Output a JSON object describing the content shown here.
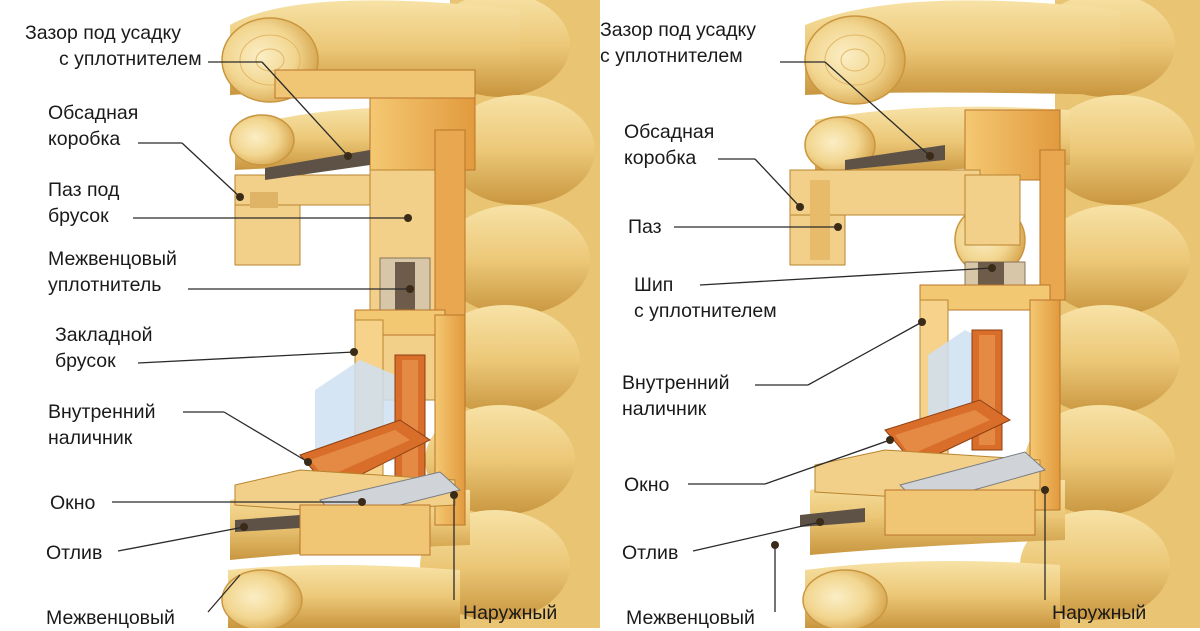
{
  "diagrams": [
    {
      "id": "left",
      "labels": [
        {
          "key": "gap",
          "lines": [
            "Зазор под усадку",
            "с уплотнителем"
          ]
        },
        {
          "key": "casing",
          "lines": [
            "Обсадная",
            "коробка"
          ]
        },
        {
          "key": "groove",
          "lines": [
            "Паз под",
            "брусок"
          ]
        },
        {
          "key": "seal",
          "lines": [
            "Межвенцовый",
            "уплотнитель"
          ]
        },
        {
          "key": "insert",
          "lines": [
            "Закладной",
            "брусок"
          ]
        },
        {
          "key": "inner",
          "lines": [
            "Внутренний",
            "наличник"
          ]
        },
        {
          "key": "window",
          "lines": [
            "Окно"
          ]
        },
        {
          "key": "sill",
          "lines": [
            "Отлив"
          ]
        },
        {
          "key": "bottom",
          "lines": [
            "Межвенцовый"
          ]
        },
        {
          "key": "outer",
          "lines": [
            "Наружный"
          ]
        }
      ]
    },
    {
      "id": "right",
      "labels": [
        {
          "key": "gap",
          "lines": [
            "Зазор под усадку",
            "с уплотнителем"
          ]
        },
        {
          "key": "casing",
          "lines": [
            "Обсадная",
            "коробка"
          ]
        },
        {
          "key": "groove",
          "lines": [
            "Паз"
          ]
        },
        {
          "key": "tenon",
          "lines": [
            "Шип",
            "с уплотнителем"
          ]
        },
        {
          "key": "inner",
          "lines": [
            "Внутренний",
            "наличник"
          ]
        },
        {
          "key": "window",
          "lines": [
            "Окно"
          ]
        },
        {
          "key": "sill",
          "lines": [
            "Отлив"
          ]
        },
        {
          "key": "bottom",
          "lines": [
            "Межвенцовый"
          ]
        },
        {
          "key": "outer",
          "lines": [
            "Наружный"
          ]
        }
      ]
    }
  ],
  "colors": {
    "log_light": "#f6dfa0",
    "log_mid": "#e6bf6e",
    "log_dark": "#c7953e",
    "frame": "#e8a445",
    "frame_dark": "#c77a22",
    "window": "#d86e2a",
    "seal": "#6a5a4a",
    "glass": "#cfe0f2",
    "sill": "#c9ccd2"
  }
}
